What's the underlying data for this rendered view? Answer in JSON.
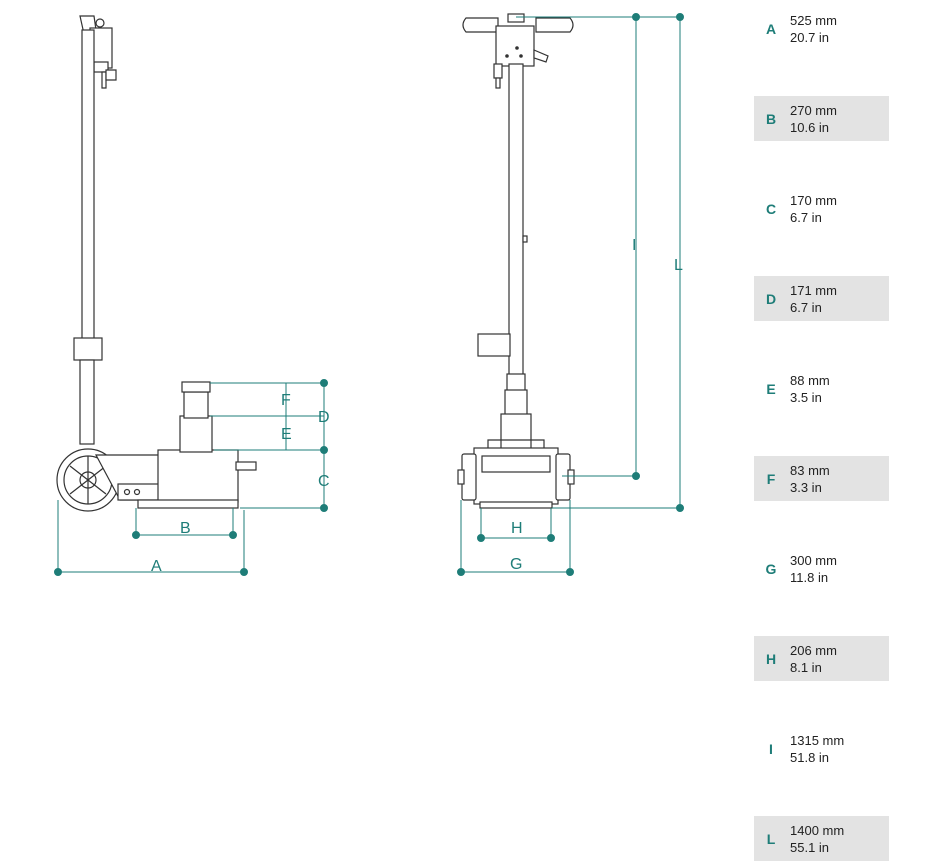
{
  "colors": {
    "dimension": "#1e7d78",
    "outline": "#333333",
    "table_shade": "#e3e3e3",
    "body_fill": "#ffffff"
  },
  "diagram": {
    "side_view": {
      "letters": {
        "A": "A",
        "B": "B",
        "C": "C",
        "D": "D",
        "E": "E",
        "F": "F"
      }
    },
    "front_view": {
      "letters": {
        "I": "I",
        "L": "L",
        "G": "G",
        "H": "H"
      }
    }
  },
  "specs": [
    {
      "letter": "A",
      "mm": "525 mm",
      "in": "20.7 in"
    },
    {
      "letter": "B",
      "mm": "270 mm",
      "in": "10.6 in"
    },
    {
      "letter": "C",
      "mm": "170 mm",
      "in": "6.7 in"
    },
    {
      "letter": "D",
      "mm": "171 mm",
      "in": "6.7 in"
    },
    {
      "letter": "E",
      "mm": "88 mm",
      "in": "3.5 in"
    },
    {
      "letter": "F",
      "mm": "83 mm",
      "in": "3.3 in"
    },
    {
      "letter": "G",
      "mm": "300 mm",
      "in": "11.8 in"
    },
    {
      "letter": "H",
      "mm": "206 mm",
      "in": "8.1 in"
    },
    {
      "letter": "I",
      "mm": "1315 mm",
      "in": "51.8 in"
    },
    {
      "letter": "L",
      "mm": "1400 mm",
      "in": "55.1 in"
    }
  ]
}
